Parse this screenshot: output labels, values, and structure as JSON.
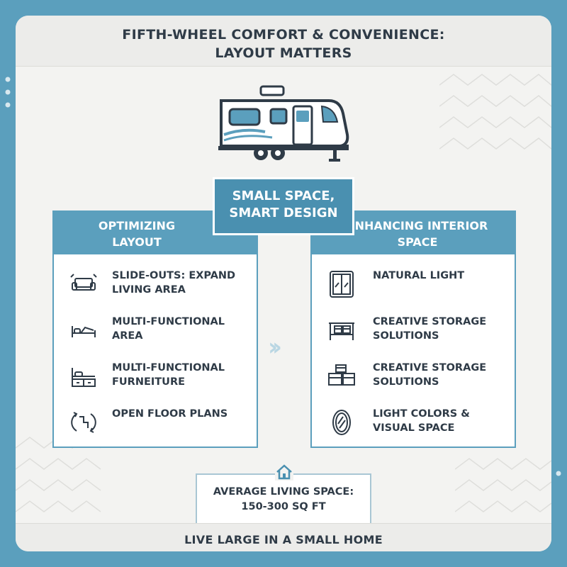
{
  "header": {
    "title_line1": "FIFTH-WHEEL COMFORT & CONVENIENCE:",
    "title_line2": "LAYOUT MATTERS"
  },
  "center_label": {
    "line1": "SMALL SPACE,",
    "line2": "SMART DESIGN"
  },
  "left_panel": {
    "title_line1": "OPTIMIZING",
    "title_line2": "LAYOUT",
    "items": [
      {
        "icon": "sofa-icon",
        "line1": "SLIDE-OUTS: EXPAND",
        "line2": "LIVING AREA"
      },
      {
        "icon": "bed-icon",
        "line1": "MULTI-FUNCTIONAL",
        "line2": "AREA"
      },
      {
        "icon": "furniture-storage-icon",
        "line1": "MULTI-FUNCTIONAL",
        "line2": "FURNEITURE"
      },
      {
        "icon": "floor-plan-icon",
        "line1": "OPEN FLOOR PLANS",
        "line2": ""
      }
    ]
  },
  "right_panel": {
    "title_line1": "ENHANCING INTERIOR",
    "title_line2": "SPACE",
    "items": [
      {
        "icon": "window-icon",
        "line1": "NATURAL LIGHT",
        "line2": ""
      },
      {
        "icon": "shelf-storage-icon",
        "line1": "CREATIVE STORAGE",
        "line2": "SOLUTIONS"
      },
      {
        "icon": "boxes-icon",
        "line1": "CREATIVE STORAGE",
        "line2": "SOLUTIONS"
      },
      {
        "icon": "mirror-icon",
        "line1": "LIGHT COLORS &",
        "line2": "VISUAL SPACE"
      }
    ]
  },
  "living_space": {
    "icon": "house-icon",
    "line1": "AVERAGE LIVING SPACE:",
    "line2": "150-300 SQ FT"
  },
  "footer": {
    "tagline": "LIVE LARGE IN A SMALL HOME"
  },
  "colors": {
    "frame_blue": "#5b9fbd",
    "label_blue": "#4a90b0",
    "text_dark": "#2f3b47",
    "card_background": "#f3f3f1"
  }
}
